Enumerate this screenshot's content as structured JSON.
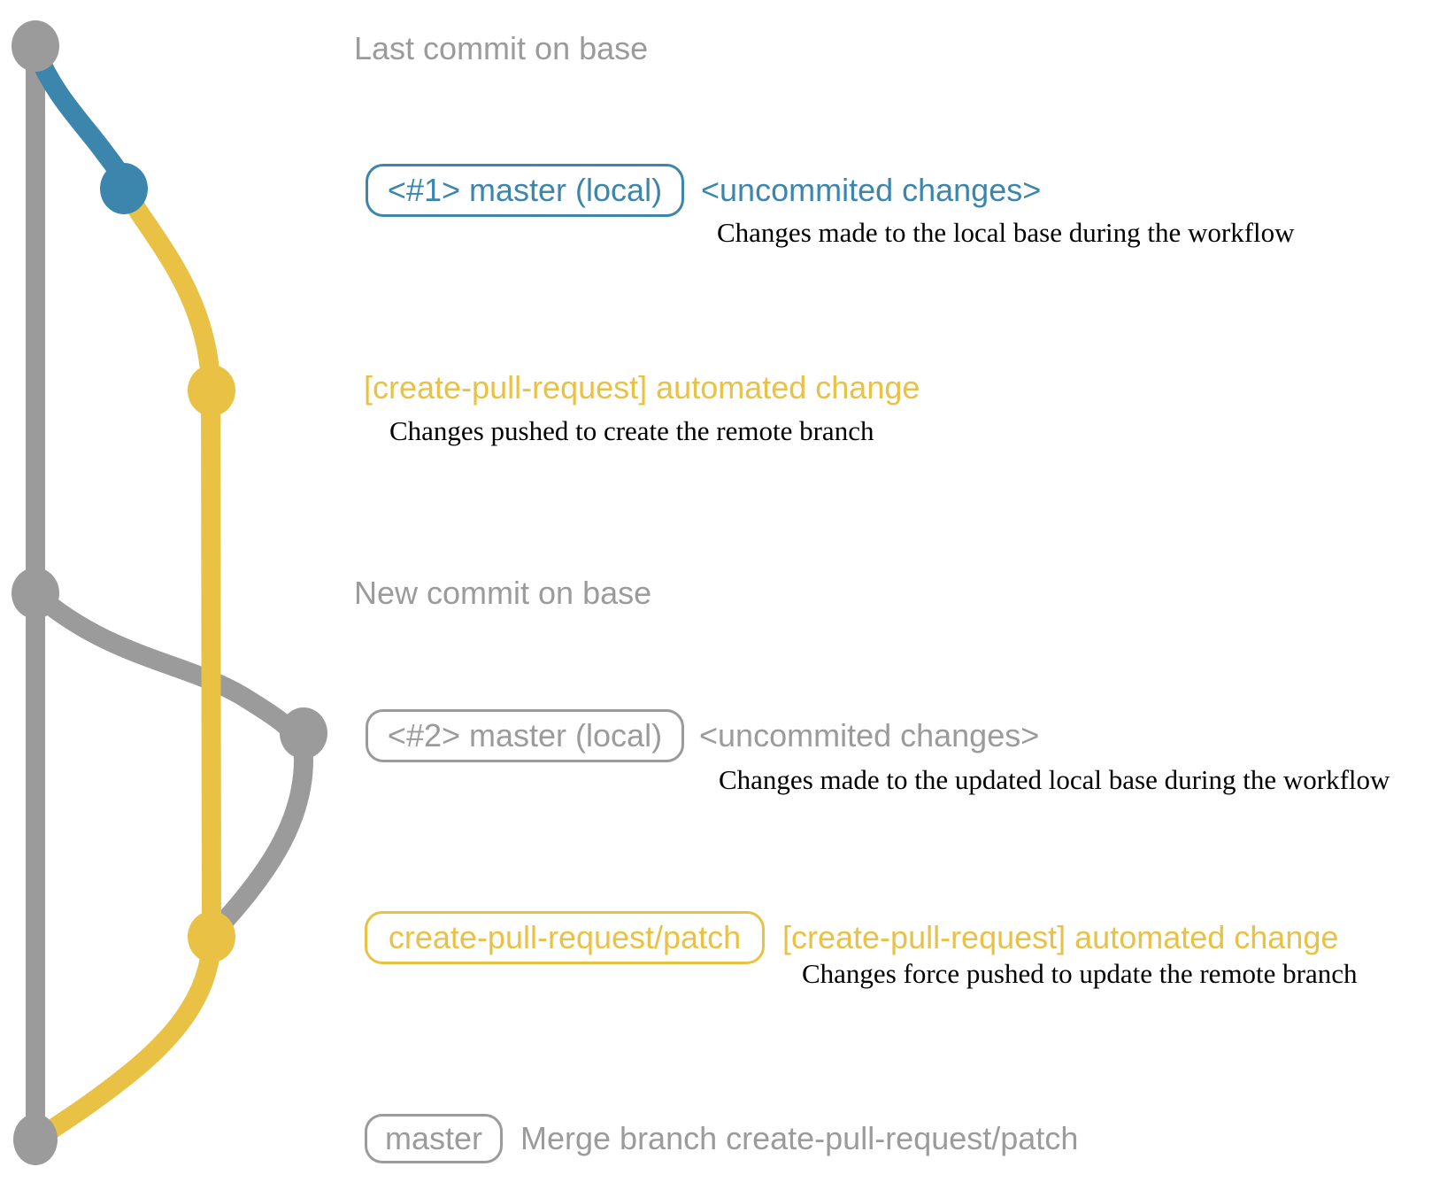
{
  "colors": {
    "bg": "#ffffff",
    "gray": "#9b9b9b",
    "blue": "#3c86ad",
    "yellow": "#e9c245",
    "ink": "#000000"
  },
  "commits": [
    {
      "label": "Last commit on base",
      "branch_color": "gray"
    },
    {
      "ref": "<#1> master (local)",
      "title": "<uncommited changes>",
      "description": "Changes made to the local base during the workflow",
      "branch_color": "blue"
    },
    {
      "title": "[create-pull-request] automated change",
      "description": "Changes pushed to create the remote branch",
      "branch_color": "yellow"
    },
    {
      "label": "New commit on base",
      "branch_color": "gray"
    },
    {
      "ref": "<#2> master (local)",
      "title": "<uncommited changes>",
      "description": "Changes made to the updated local base during the workflow",
      "branch_color": "gray"
    },
    {
      "ref": "create-pull-request/patch",
      "title": "[create-pull-request] automated change",
      "description": "Changes force pushed to update the remote branch",
      "branch_color": "yellow"
    },
    {
      "ref": "master",
      "title": "Merge branch create-pull-request/patch",
      "branch_color": "gray"
    }
  ]
}
